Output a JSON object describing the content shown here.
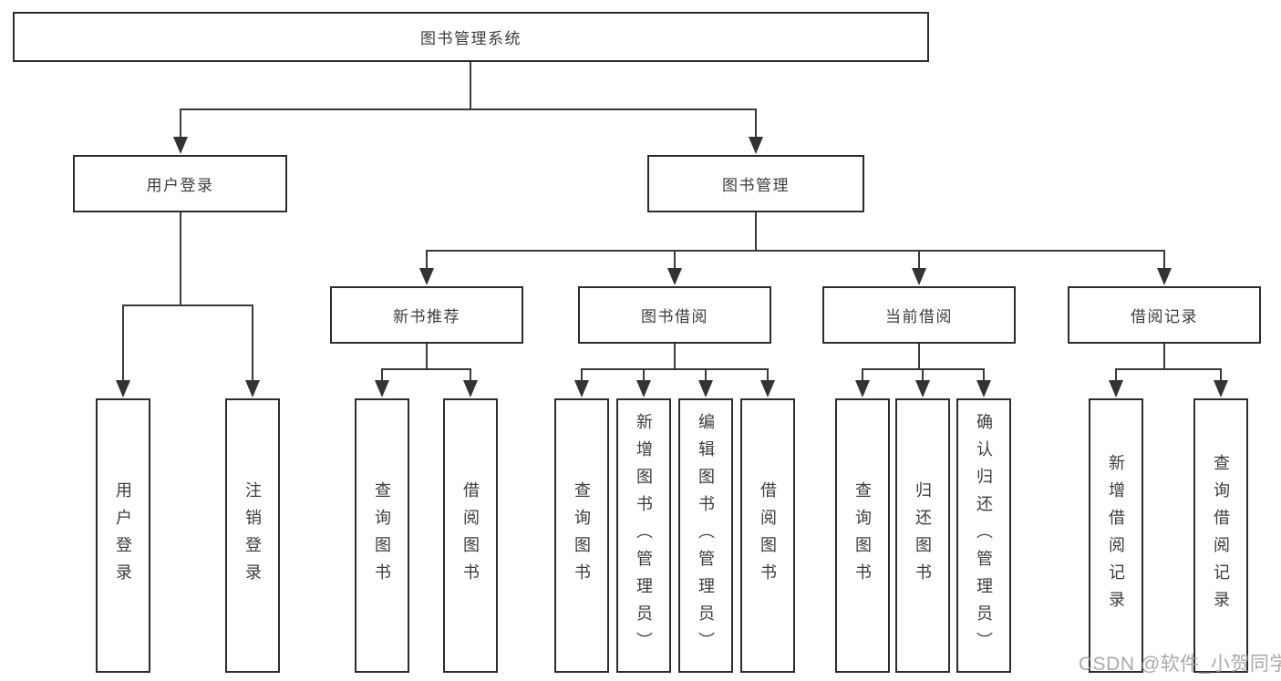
{
  "tree": {
    "label": "图书管理系统",
    "children": [
      {
        "label": "用户登录",
        "children": [
          {
            "label": "用户登录"
          },
          {
            "label": "注销登录"
          }
        ]
      },
      {
        "label": "图书管理",
        "children": [
          {
            "label": "新书推荐",
            "children": [
              {
                "label": "查询图书"
              },
              {
                "label": "借阅图书"
              }
            ]
          },
          {
            "label": "图书借阅",
            "children": [
              {
                "label": "查询图书"
              },
              {
                "label": "新增图书（管理员）"
              },
              {
                "label": "编辑图书（管理员）"
              },
              {
                "label": "借阅图书"
              }
            ]
          },
          {
            "label": "当前借阅",
            "children": [
              {
                "label": "查询图书"
              },
              {
                "label": "归还图书"
              },
              {
                "label": "确认归还（管理员）"
              }
            ]
          },
          {
            "label": "借阅记录",
            "children": [
              {
                "label": "新增借阅记录"
              },
              {
                "label": "查询借阅记录"
              }
            ]
          }
        ]
      }
    ]
  },
  "watermark": {
    "text": "CSDN @软件_小贺同学"
  },
  "colors": {
    "background": "#ffffff",
    "box_border": "#2d2d2d",
    "connector_line": "#3a3a3a",
    "arrowhead": "#333333",
    "text": "#3c3c3c",
    "watermark": "#9e9e9e"
  }
}
